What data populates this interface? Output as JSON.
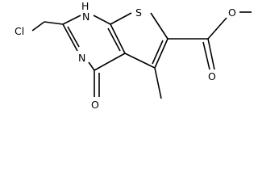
{
  "diagram": {
    "type": "chemical-structure",
    "atom_labels": {
      "chlorine": "Cl",
      "nh": "H",
      "n_ring": "N",
      "n_nh": "N",
      "sulfur": "S",
      "carbonyl_oxygen": "O",
      "ester_oxygen_single": "O",
      "ester_oxygen_double": "O"
    },
    "line_color": "#000000",
    "background": "#ffffff"
  }
}
